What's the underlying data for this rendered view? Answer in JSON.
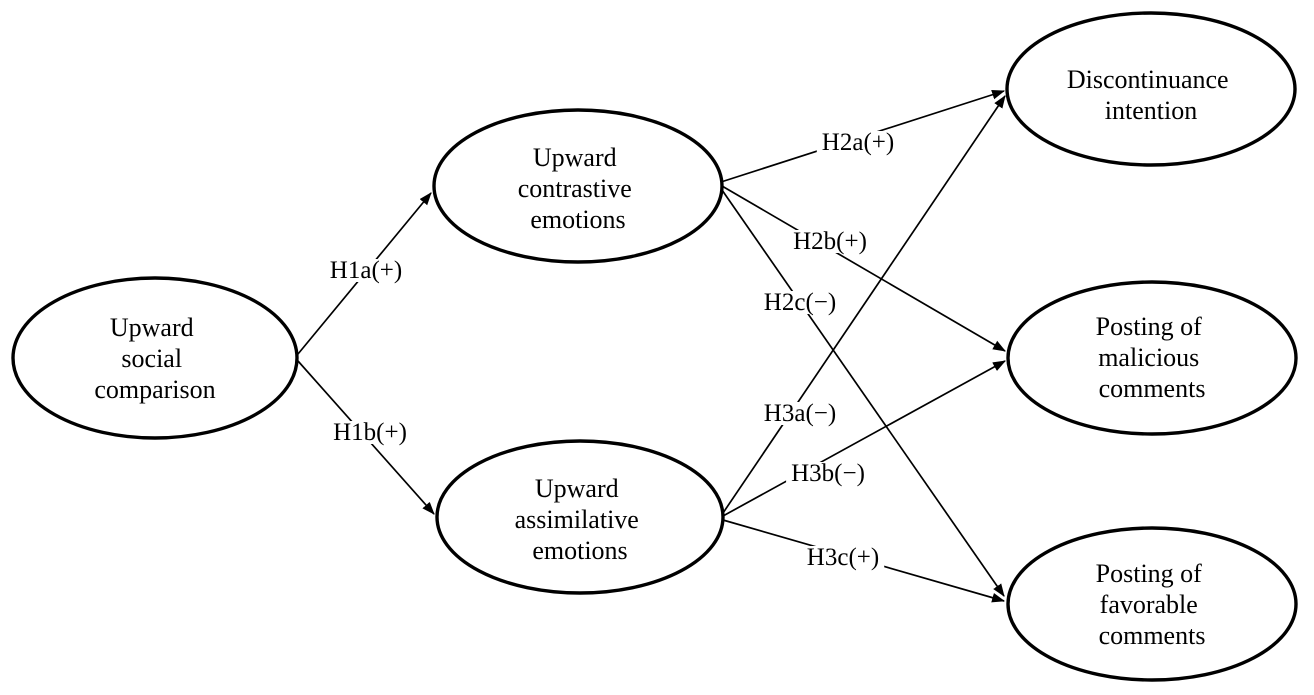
{
  "diagram": {
    "type": "path-model",
    "colors": {
      "background": "#ffffff",
      "stroke": "#000000",
      "text": "#000000"
    },
    "nodes": [
      {
        "id": "upward-social-comparison",
        "label": "Upward social comparison",
        "lines": [
          "Upward",
          "social",
          "comparison"
        ]
      },
      {
        "id": "upward-contrastive-emotions",
        "label": "Upward contrastive emotions",
        "lines": [
          "Upward",
          "contrastive",
          "emotions"
        ]
      },
      {
        "id": "upward-assimilative-emotions",
        "label": "Upward assimilative emotions",
        "lines": [
          "Upward",
          "assimilative",
          "emotions"
        ]
      },
      {
        "id": "discontinuance-intention",
        "label": "Discontinuance intention",
        "lines": [
          "Discontinuance",
          "intention"
        ]
      },
      {
        "id": "posting-of-malicious-comments",
        "label": "Posting of malicious comments",
        "lines": [
          "Posting of",
          "malicious",
          "comments"
        ]
      },
      {
        "id": "posting-of-favorable-comments",
        "label": "Posting of favorable comments",
        "lines": [
          "Posting of",
          "favorable",
          "comments"
        ]
      }
    ],
    "edges": [
      {
        "id": "H1a",
        "label": "H1a(+)",
        "sign": "+",
        "from": "upward-social-comparison",
        "to": "upward-contrastive-emotions"
      },
      {
        "id": "H1b",
        "label": "H1b(+)",
        "sign": "+",
        "from": "upward-social-comparison",
        "to": "upward-assimilative-emotions"
      },
      {
        "id": "H2a",
        "label": "H2a(+)",
        "sign": "+",
        "from": "upward-contrastive-emotions",
        "to": "discontinuance-intention"
      },
      {
        "id": "H2b",
        "label": "H2b(+)",
        "sign": "+",
        "from": "upward-contrastive-emotions",
        "to": "posting-of-malicious-comments"
      },
      {
        "id": "H2c",
        "label": "H2c(−)",
        "sign": "−",
        "from": "upward-contrastive-emotions",
        "to": "posting-of-favorable-comments"
      },
      {
        "id": "H3a",
        "label": "H3a(−)",
        "sign": "−",
        "from": "upward-assimilative-emotions",
        "to": "discontinuance-intention"
      },
      {
        "id": "H3b",
        "label": "H3b(−)",
        "sign": "−",
        "from": "upward-assimilative-emotions",
        "to": "posting-of-malicious-comments"
      },
      {
        "id": "H3c",
        "label": "H3c(+)",
        "sign": "+",
        "from": "upward-assimilative-emotions",
        "to": "posting-of-favorable-comments"
      }
    ]
  }
}
